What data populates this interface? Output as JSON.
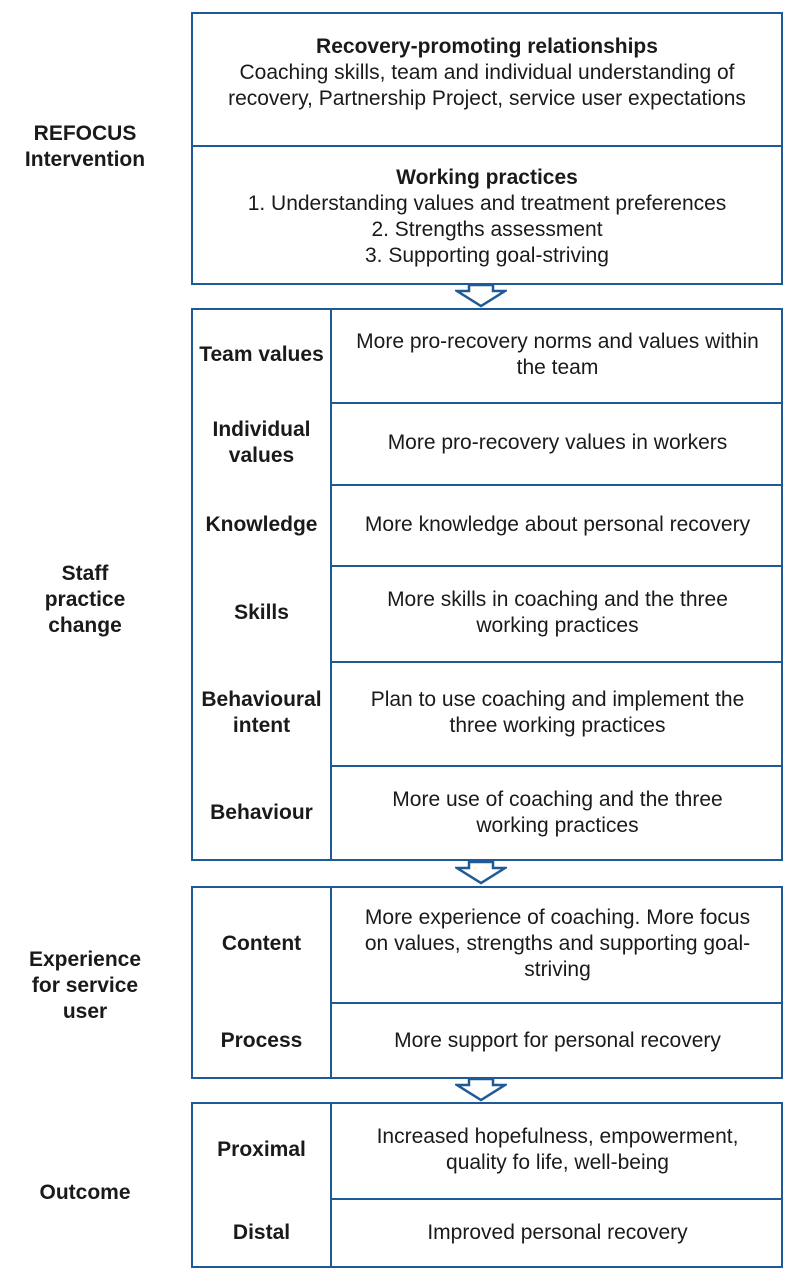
{
  "colors": {
    "border": "#1f5a96"
  },
  "sections": [
    {
      "label": "REFOCUS Intervention",
      "blocks": [
        {
          "title": "Recovery-promoting relationships",
          "lines": [
            "Coaching skills, team and individual understanding of",
            "recovery, Partnership Project, service user expectations"
          ]
        },
        {
          "title": "Working practices",
          "lines": [
            "1. Understanding values and treatment preferences",
            "2. Strengths assessment",
            "3. Supporting goal-striving"
          ]
        }
      ]
    },
    {
      "label": "Staff practice change",
      "rows": [
        {
          "name": "Team values",
          "text": "More pro-recovery norms and values within the team"
        },
        {
          "name": "Individual values",
          "text": "More pro-recovery values in workers"
        },
        {
          "name": "Knowledge",
          "text": "More knowledge about personal recovery"
        },
        {
          "name": "Skills",
          "text": "More skills in coaching and the three working practices"
        },
        {
          "name": "Behavioural intent",
          "text": "Plan to use coaching and implement the three working practices"
        },
        {
          "name": "Behaviour",
          "text": "More use of coaching and the three working practices"
        }
      ]
    },
    {
      "label": "Experience for service user",
      "rows": [
        {
          "name": "Content",
          "text": "More experience of coaching. More focus on values, strengths and supporting goal-striving"
        },
        {
          "name": "Process",
          "text": "More support for personal recovery"
        }
      ]
    },
    {
      "label": "Outcome",
      "rows": [
        {
          "name": "Proximal",
          "text": "Increased hopefulness, empowerment, quality fo life, well-being"
        },
        {
          "name": "Distal",
          "text": "Improved personal recovery"
        }
      ]
    }
  ]
}
